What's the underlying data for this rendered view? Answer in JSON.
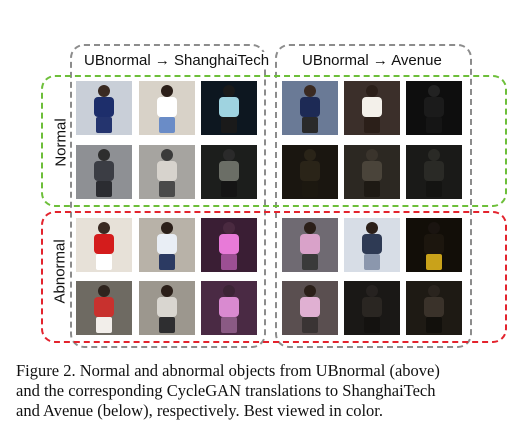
{
  "figure": {
    "column_headers": [
      "UBnormal → ShanghaiTech",
      "UBnormal → Avenue"
    ],
    "row_labels": [
      "Normal",
      "Abnormal"
    ],
    "caption_lines": [
      "Figure 2.  Normal and abnormal objects from UBnormal (above)",
      "and the corresponding CycleGAN translations to ShanghaiTech",
      "and Avenue (below), respectively. Best viewed in color."
    ]
  },
  "thumbnails": [
    {
      "section": "normal",
      "row": "ubnormal",
      "col": 0,
      "bg": "#c9cfd8",
      "torso": "#1d2e6b",
      "legs": "#24346e",
      "head": "#3a2a22"
    },
    {
      "section": "normal",
      "row": "ubnormal",
      "col": 1,
      "bg": "#d8d2c8",
      "torso": "#ffffff",
      "legs": "#6a8cc7",
      "head": "#2b1f19"
    },
    {
      "section": "normal",
      "row": "ubnormal",
      "col": 2,
      "bg": "#0d1720",
      "torso": "#9fd3e0",
      "legs": "#1a1a1a",
      "head": "#1a1a1a"
    },
    {
      "section": "normal",
      "row": "ubnormal",
      "col": 3,
      "bg": "#6a7a96",
      "torso": "#1d2a55",
      "legs": "#2a2a2a",
      "head": "#3a2a22"
    },
    {
      "section": "normal",
      "row": "ubnormal",
      "col": 4,
      "bg": "#3b2f2a",
      "torso": "#f3f0ea",
      "legs": "#2b1f19",
      "head": "#2b1f19"
    },
    {
      "section": "normal",
      "row": "ubnormal",
      "col": 5,
      "bg": "#0e0e0e",
      "torso": "#1b1b1b",
      "legs": "#151515",
      "head": "#222222"
    },
    {
      "section": "normal",
      "row": "translated",
      "col": 0,
      "bg": "#8e9094",
      "torso": "#3b3d44",
      "legs": "#2b2c31",
      "head": "#2e2e2e"
    },
    {
      "section": "normal",
      "row": "translated",
      "col": 1,
      "bg": "#a6a4a0",
      "torso": "#d7d3cd",
      "legs": "#4a4a4a",
      "head": "#3a3a3a"
    },
    {
      "section": "normal",
      "row": "translated",
      "col": 2,
      "bg": "#1c1e1c",
      "torso": "#6b6e66",
      "legs": "#151515",
      "head": "#2a2a2a"
    },
    {
      "section": "normal",
      "row": "translated",
      "col": 3,
      "bg": "#1a1610",
      "torso": "#2a2418",
      "legs": "#1c1810",
      "head": "#2a2418"
    },
    {
      "section": "normal",
      "row": "translated",
      "col": 4,
      "bg": "#2c2822",
      "torso": "#4a443a",
      "legs": "#1e1a14",
      "head": "#3a342c"
    },
    {
      "section": "normal",
      "row": "translated",
      "col": 5,
      "bg": "#1a1a18",
      "torso": "#2a2a26",
      "legs": "#141412",
      "head": "#2a2a26"
    },
    {
      "section": "abnormal",
      "row": "ubnormal",
      "col": 0,
      "bg": "#e7e1d8",
      "torso": "#d41c1c",
      "legs": "#ffffff",
      "head": "#3a2a22"
    },
    {
      "section": "abnormal",
      "row": "ubnormal",
      "col": 1,
      "bg": "#b8b2a8",
      "torso": "#e9eef5",
      "legs": "#2b3a62",
      "head": "#2b1f19"
    },
    {
      "section": "abnormal",
      "row": "ubnormal",
      "col": 2,
      "bg": "#3a1e34",
      "torso": "#e87ad8",
      "legs": "#9c4f93",
      "head": "#4a2a40"
    },
    {
      "section": "abnormal",
      "row": "ubnormal",
      "col": 3,
      "bg": "#6f6a72",
      "torso": "#d9a2c9",
      "legs": "#3a3a3a",
      "head": "#2b1f19"
    },
    {
      "section": "abnormal",
      "row": "ubnormal",
      "col": 4,
      "bg": "#d7dde6",
      "torso": "#2e3a54",
      "legs": "#8b97ad",
      "head": "#2b1f19"
    },
    {
      "section": "abnormal",
      "row": "ubnormal",
      "col": 5,
      "bg": "#120e08",
      "torso": "#1c160e",
      "legs": "#c9a21a",
      "head": "#1a1410"
    },
    {
      "section": "abnormal",
      "row": "translated",
      "col": 0,
      "bg": "#6e6a62",
      "torso": "#c8312e",
      "legs": "#f2eeea",
      "head": "#2e241e"
    },
    {
      "section": "abnormal",
      "row": "translated",
      "col": 1,
      "bg": "#9c978e",
      "torso": "#d9d6d0",
      "legs": "#2e2e30",
      "head": "#2b1f19"
    },
    {
      "section": "abnormal",
      "row": "translated",
      "col": 2,
      "bg": "#4a2a44",
      "torso": "#d98ad0",
      "legs": "#8a5a84",
      "head": "#3c2436"
    },
    {
      "section": "abnormal",
      "row": "translated",
      "col": 3,
      "bg": "#5a4f50",
      "torso": "#e0b0d2",
      "legs": "#3a3434",
      "head": "#2b1f19"
    },
    {
      "section": "abnormal",
      "row": "translated",
      "col": 4,
      "bg": "#1a1816",
      "torso": "#2a2622",
      "legs": "#141210",
      "head": "#262220"
    },
    {
      "section": "abnormal",
      "row": "translated",
      "col": 5,
      "bg": "#1e1a14",
      "torso": "#3a322a",
      "legs": "#12100c",
      "head": "#2a241e"
    }
  ]
}
